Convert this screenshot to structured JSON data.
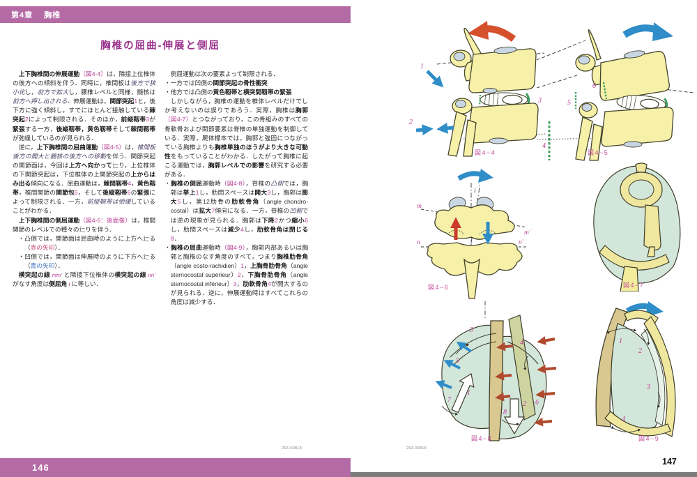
{
  "header": {
    "chapter": "第4章",
    "section": "胸椎"
  },
  "title": "胸椎の屈曲-伸展と側屈",
  "footer": {
    "page_left": "146",
    "page_right": "147",
    "print_code": "263-00818"
  },
  "colors": {
    "band_pink": "#b46aa5",
    "title_magenta": "#99328c",
    "ref_pink": "#b83f96",
    "fig_label_pink": "#c5509f",
    "red_arrow": "#d6502c",
    "blue_arrow": "#2f8dc8",
    "green_ligament": "#3f9f60",
    "bone_yellow": "#f6f0a9",
    "facet_blue": "#c9d6e3",
    "cage_green": "#d2e6da",
    "spine_tan": "#d9c88f"
  },
  "text": {
    "left": [
      {
        "cls": "indent",
        "seg": [
          {
            "t": "上下胸椎間の伸展運動",
            "s": "b"
          },
          {
            "t": "（図4-4）",
            "s": "p"
          },
          {
            "t": "は，隣接上位椎体の後方への傾斜を伴う．同時に，椎間板は"
          },
          {
            "t": "後方で狭小化",
            "s": "i"
          },
          {
            "t": "し，"
          },
          {
            "t": "前方で拡大",
            "s": "i"
          },
          {
            "t": "し，腰椎レベルと同様，髄核は"
          },
          {
            "t": "前方へ押し出される",
            "s": "i"
          },
          {
            "t": "．伸展運動は，"
          },
          {
            "t": "関節突起",
            "s": "b"
          },
          {
            "t": "1",
            "s": "p"
          },
          {
            "t": "と，後下方に強く傾斜し，すでにほとんど接触している"
          },
          {
            "t": "棘突起",
            "s": "b"
          },
          {
            "t": "2",
            "s": "p"
          },
          {
            "t": "によって制限される．そのほか，"
          },
          {
            "t": "前縦靱帯",
            "s": "b"
          },
          {
            "t": "3",
            "s": "p"
          },
          {
            "t": "が"
          },
          {
            "t": "緊張",
            "s": "b"
          },
          {
            "t": "する一方，"
          },
          {
            "t": "後縦靱帯，黄色靱帯",
            "s": "b"
          },
          {
            "t": "そして"
          },
          {
            "t": "棘間靱帯",
            "s": "b"
          },
          {
            "t": "が弛緩しているのが見られる．"
          }
        ]
      },
      {
        "cls": "indent",
        "seg": [
          {
            "t": "逆に，"
          },
          {
            "t": "上下胸椎間の屈曲運動",
            "s": "b"
          },
          {
            "t": "（図4-5）",
            "s": "p"
          },
          {
            "t": "は，"
          },
          {
            "t": "椎間板後方の開大と髄核の後方への移動",
            "s": "i"
          },
          {
            "t": "を伴う．関節突起の関節面は，今回は"
          },
          {
            "t": "上方へ向かって",
            "s": "b"
          },
          {
            "t": "辷り，上位椎体の下関節突起は，下位椎体の上関節突起の"
          },
          {
            "t": "上からはみ出る",
            "s": "b"
          },
          {
            "t": "傾向になる．屈曲運動は，"
          },
          {
            "t": "棘間靱帯",
            "s": "b"
          },
          {
            "t": "4",
            "s": "p"
          },
          {
            "t": "，"
          },
          {
            "t": "黄色靱帯",
            "s": "b"
          },
          {
            "t": "，椎間関節の"
          },
          {
            "t": "関節包",
            "s": "b"
          },
          {
            "t": "5",
            "s": "p"
          },
          {
            "t": "，そして"
          },
          {
            "t": "後縦靱帯",
            "s": "b"
          },
          {
            "t": "6",
            "s": "p"
          },
          {
            "t": "の"
          },
          {
            "t": "緊張",
            "s": "b"
          },
          {
            "t": "によって制限される．一方，"
          },
          {
            "t": "前縦靱帯は弛緩",
            "s": "i"
          },
          {
            "t": "していることがわかる．"
          }
        ]
      },
      {
        "cls": "indent",
        "seg": [
          {
            "t": "上下胸椎間の側屈運動",
            "s": "b"
          },
          {
            "t": "（図4-6：後面像）",
            "s": "p"
          },
          {
            "t": "は，椎間関節のレベルでの種々の辷りを伴う．"
          }
        ]
      },
      {
        "cls": "bullet inset",
        "seg": [
          {
            "t": "・凸側では，関節面は屈曲時のように上方へ辷る（"
          },
          {
            "t": "赤の矢印",
            "s": "r"
          },
          {
            "t": "）．"
          }
        ]
      },
      {
        "cls": "bullet inset",
        "seg": [
          {
            "t": "・凹側では，関節面は伸展時のように下方へ辷る（"
          },
          {
            "t": "青の矢印",
            "s": "u"
          },
          {
            "t": "）．"
          }
        ]
      },
      {
        "cls": "indent",
        "seg": [
          {
            "t": "横突起の線",
            "s": "b"
          },
          {
            "t": " mm′ ",
            "s": "e"
          },
          {
            "t": "と隣接下位椎体の"
          },
          {
            "t": "横突起の線",
            "s": "b"
          },
          {
            "t": " nn′ ",
            "s": "e"
          },
          {
            "t": "がなす角度は"
          },
          {
            "t": "側屈角",
            "s": "b"
          },
          {
            "t": " i ",
            "s": "e"
          },
          {
            "t": "に等しい．"
          }
        ]
      }
    ],
    "middle": [
      {
        "cls": "indent",
        "seg": [
          {
            "t": "側屈運動は次の要素よって制限される．"
          }
        ]
      },
      {
        "cls": "bullet",
        "seg": [
          {
            "t": "・一方では凹側の"
          },
          {
            "t": "関節突起の骨性衝突",
            "s": "b"
          }
        ]
      },
      {
        "cls": "bullet",
        "seg": [
          {
            "t": "・他方では凸側の"
          },
          {
            "t": "黄色靱帯と横突間靱帯の緊張",
            "s": "b"
          }
        ]
      },
      {
        "cls": "indent",
        "seg": [
          {
            "t": "しかしながら，胸椎の運動を椎体レベルだけでしか考えないのは誤りであろう．実際，胸椎は"
          },
          {
            "t": "胸郭",
            "s": "b"
          },
          {
            "t": "（図4-7）",
            "s": "p"
          },
          {
            "t": "とつながっており，この骨組みのすべての骨軟骨および関節要素は脊椎の単独運動を制御している．実際，屍体標本では，胸郭と強固につながっている胸椎よりも"
          },
          {
            "t": "胸椎単独のほうがより大きな可動性",
            "s": "b"
          },
          {
            "t": "をもっていることがわかる．したがって胸椎に起こる運動では，"
          },
          {
            "t": "胸郭レベルでの影響",
            "s": "b"
          },
          {
            "t": "を研究する必要がある．"
          }
        ]
      },
      {
        "cls": "bullet",
        "seg": [
          {
            "t": "・"
          },
          {
            "t": "胸椎の側屈",
            "s": "b"
          },
          {
            "t": "運動時"
          },
          {
            "t": "（図4-8）",
            "s": "p"
          },
          {
            "t": "，脊椎の"
          },
          {
            "t": "凸側",
            "s": "i"
          },
          {
            "t": "では，胸郭は"
          },
          {
            "t": "挙上",
            "s": "b"
          },
          {
            "t": "1",
            "s": "p"
          },
          {
            "t": "し，肋間スペースは"
          },
          {
            "t": "開大",
            "s": "b"
          },
          {
            "t": "3",
            "s": "p"
          },
          {
            "t": "し，胸郭は"
          },
          {
            "t": "膨大",
            "s": "b"
          },
          {
            "t": "5",
            "s": "p"
          },
          {
            "t": "し，第12肋骨の"
          },
          {
            "t": "肋軟骨角",
            "s": "b"
          },
          {
            "t": "（angle chondro-costal）は"
          },
          {
            "t": "拡大",
            "s": "b"
          },
          {
            "t": "7",
            "s": "p"
          },
          {
            "t": "傾向になる．一方，脊椎の"
          },
          {
            "t": "凹側",
            "s": "i"
          },
          {
            "t": "では逆の現象が見られる．胸郭は"
          },
          {
            "t": "下降",
            "s": "b"
          },
          {
            "t": "2",
            "s": "p"
          },
          {
            "t": "かつ"
          },
          {
            "t": "縮小",
            "s": "b"
          },
          {
            "t": "6",
            "s": "p"
          },
          {
            "t": "し，肋間スペースは"
          },
          {
            "t": "減少",
            "s": "b"
          },
          {
            "t": "4",
            "s": "p"
          },
          {
            "t": "し，"
          },
          {
            "t": "肋軟骨角は閉じる",
            "s": "b"
          },
          {
            "t": "8",
            "s": "p"
          },
          {
            "t": "．"
          }
        ]
      },
      {
        "cls": "bullet",
        "seg": [
          {
            "t": "・"
          },
          {
            "t": "胸椎の屈曲",
            "s": "b"
          },
          {
            "t": "運動時"
          },
          {
            "t": "（図4-9）",
            "s": "p"
          },
          {
            "t": "，胸郭内部あるいは胸郭と胸椎のなす角度のすべて，つまり"
          },
          {
            "t": "胸椎肋骨角",
            "s": "b"
          },
          {
            "t": "（angle costo-rachidien）"
          },
          {
            "t": "1",
            "s": "p"
          },
          {
            "t": "，"
          },
          {
            "t": "上胸骨肋骨角",
            "s": "b"
          },
          {
            "t": "（angle sternocostal supérieur）"
          },
          {
            "t": "2",
            "s": "p"
          },
          {
            "t": "，"
          },
          {
            "t": "下胸骨肋骨角",
            "s": "b"
          },
          {
            "t": "（angle sternocostal inférieur）"
          },
          {
            "t": "3",
            "s": "p"
          },
          {
            "t": "，"
          },
          {
            "t": "肋軟骨角",
            "s": "b"
          },
          {
            "t": "4",
            "s": "p"
          },
          {
            "t": "が開大するのが見られる．逆に，伸展運動時はすべてこれらの角度は減少する．"
          }
        ]
      }
    ]
  },
  "figures": {
    "fig44": {
      "label": "図4−4",
      "n1": "1",
      "n2": "2",
      "n3": "3"
    },
    "fig45": {
      "label": "図4−5",
      "n4": "4",
      "n5": "5",
      "n6": "6"
    },
    "fig46": {
      "label": "図4−6",
      "m": "m",
      "mp": "m′",
      "n": "n",
      "np": "n′",
      "i": "i"
    },
    "fig47": {
      "label": "図4−7"
    },
    "fig48": {
      "label": "図4−8",
      "n1": "1",
      "n2": "2",
      "n3": "3",
      "n4": "4",
      "n5": "5",
      "n6": "6",
      "n7": "7",
      "n8": "8"
    },
    "fig49": {
      "label": "図4−9",
      "n1": "1",
      "n2": "2",
      "n3": "3",
      "n4": "4"
    }
  }
}
